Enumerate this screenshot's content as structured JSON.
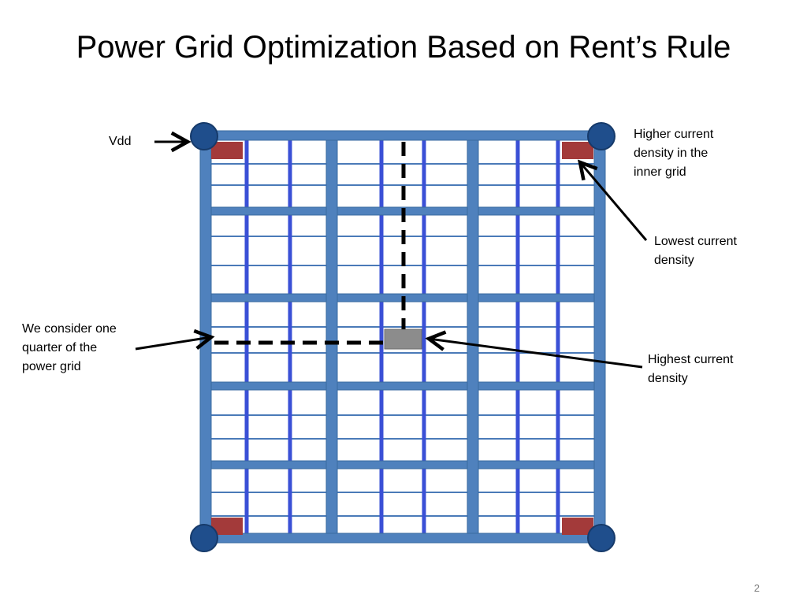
{
  "slide": {
    "title": "Power Grid Optimization Based on Rent’s Rule",
    "page_number": "2"
  },
  "annotations": {
    "vdd": "Vdd",
    "higher_current": "Higher current\ndensity  in the\ninner grid",
    "lowest_current": "Lowest current\ndensity",
    "quarter": "We consider one\nquarter of the\npower grid",
    "highest_current": "Highest current\ndensity"
  },
  "colors": {
    "thick_wire": "#4f81bd",
    "thick_wire_edge": "#3a6aa0",
    "thin_blue_wire": "#3a50d6",
    "thin_line": "#4a7ab8",
    "corner_node": "#1f4e8c",
    "low_density_block": "#a33a3a",
    "high_density_block": "#8c8c8c",
    "arrow": "#000000"
  }
}
